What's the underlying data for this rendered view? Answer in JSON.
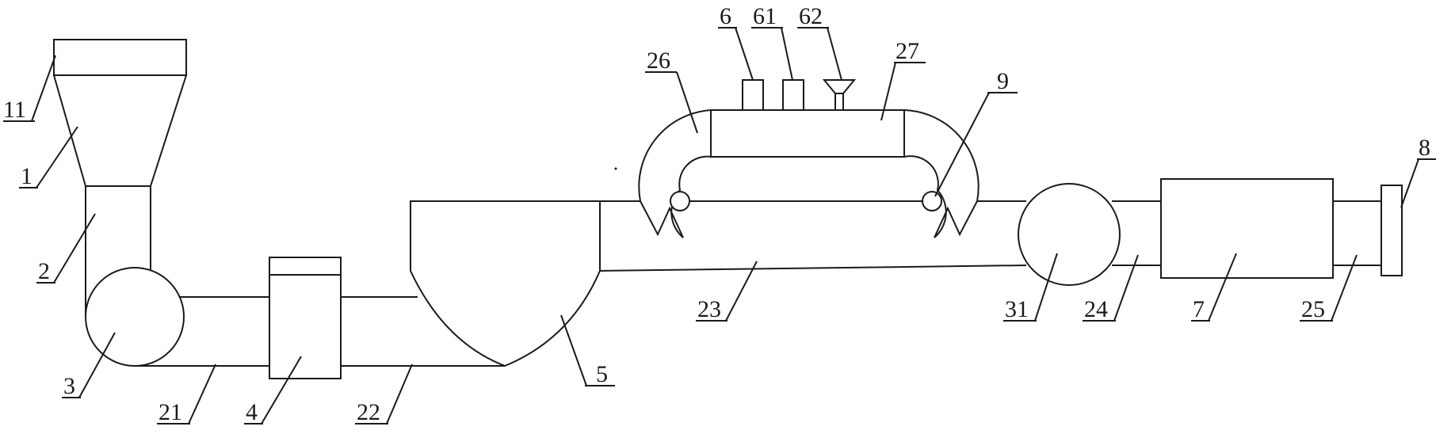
{
  "labels": {
    "hopper": "1",
    "hopper_rim": "11",
    "feed_pipe": "2",
    "pump_3": "3",
    "pipe_21": "21",
    "unit_4": "4",
    "pipe_22": "22",
    "tank_5": "5",
    "pipe_23": "23",
    "elbow_26": "26",
    "pipe_27": "27",
    "port_6": "6",
    "port_61": "61",
    "port_62": "62",
    "valve_9": "9",
    "pump_31": "31",
    "pipe_24": "24",
    "unit_7": "7",
    "pipe_25": "25",
    "flange_8": "8"
  }
}
